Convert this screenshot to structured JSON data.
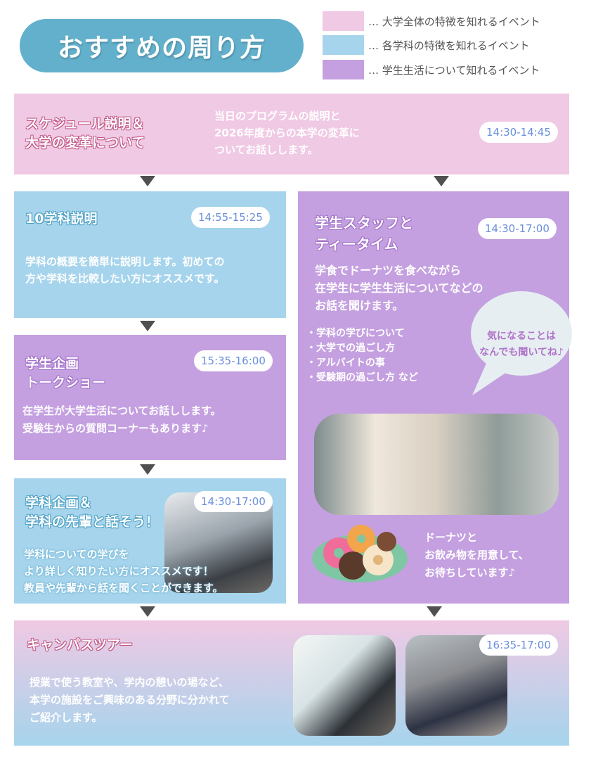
{
  "title": "おすすめの周り方",
  "legend": [
    {
      "label": "… 大学全体の特徴を知れるイベント",
      "color": "#f0c9e4"
    },
    {
      "label": "… 各学科の特徴を知れるイベント",
      "color": "#a6d4ec"
    },
    {
      "label": "… 学生生活について知れるイベント",
      "color": "#c4a0e0"
    }
  ],
  "schedule": {
    "heading1": "スケジュール説明＆",
    "heading2": "大学の変革について",
    "desc": [
      "当日のプログラムの説明と",
      "2026年度からの本学の変革に",
      "ついてお話しします。"
    ],
    "time": "14:30-14:45"
  },
  "dept": {
    "heading": "10学科説明",
    "time": "14:55-15:25",
    "desc": [
      "学科の概要を簡単に説明します。初めての",
      "方や学科を比較したい方にオススメです。"
    ]
  },
  "talk": {
    "heading1": "学生企画",
    "heading2": "トークショー",
    "time": "15:35-16:00",
    "desc": [
      "在学生が大学生活についてお話しします。",
      "受験生からの質問コーナーもあります♪"
    ]
  },
  "senpai": {
    "heading1": "学科企画＆",
    "heading2": "学科の先輩と話そう！",
    "time": "14:30-17:00",
    "desc": [
      "学科についての学びを",
      "より詳しく知りたい方にオススメです！",
      "教員や先輩から話を聞くことができます。"
    ]
  },
  "tea": {
    "heading1": "学生スタッフと",
    "heading2": "ティータイム",
    "time": "14:30-17:00",
    "desc": [
      "学食でドーナツを食べながら",
      "在学生に学生生活についてなどの",
      "お話を聞けます。"
    ],
    "bullets": [
      "・学科の学びについて",
      "・大学での過ごし方",
      "・アルバイトの事",
      "・受験期の過ごし方 など"
    ],
    "bubble": [
      "気になることは",
      "なんでも聞いてね♪"
    ],
    "donut_text": [
      "ドーナツと",
      "お飲み物を用意して、",
      "お待ちしています♪"
    ]
  },
  "tour": {
    "heading": "キャンパスツアー",
    "time": "16:35-17:00",
    "desc": [
      "授業で使う教室や、学内の憩いの場など、",
      "本学の施設をご興味のある分野に分かれて",
      "ご紹介します。"
    ]
  }
}
